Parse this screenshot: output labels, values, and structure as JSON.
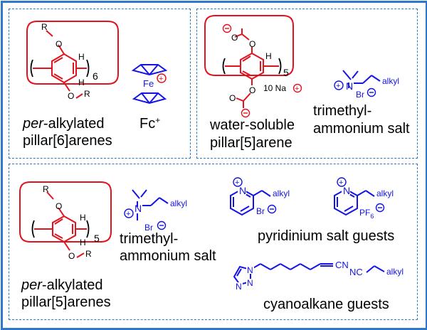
{
  "colors": {
    "frame": "#2f78c9",
    "host": "#e0141e",
    "guest": "#1414e6",
    "text": "#000000"
  },
  "panel_tl": {
    "host_R_top": "R",
    "host_O_top": "O",
    "host_R_bottom": "R",
    "host_O_bottom": "O",
    "host_H1": "H",
    "host_H2": "H",
    "host_n": "6",
    "host_label_line1_italic": "per",
    "host_label_line1_rest": "-alkylated",
    "host_label_line2": "pillar[6]arenes",
    "fc_Fe": "Fe",
    "fc_charge": "+",
    "fc_label": "Fc",
    "fc_label_sup": "+"
  },
  "panel_tr": {
    "host_O_carbox_top": "O",
    "host_O_link_top": "O",
    "host_O_carbox_bottom": "O",
    "host_O_link_bottom": "O",
    "host_H": "H",
    "host_n": "5",
    "host_counterion": "10 Na",
    "host_label_line1": "water-soluble",
    "host_label_line2": "pillar[5]arene",
    "guest_N": "N",
    "guest_alkyl": "alkyl",
    "guest_Br": "Br",
    "guest_label_line1": "trimethyl-",
    "guest_label_line2": "ammonium salt"
  },
  "panel_bottom": {
    "host_R_top": "R",
    "host_O_top": "O",
    "host_R_bottom": "R",
    "host_O_bottom": "O",
    "host_H1": "H",
    "host_H2": "H",
    "host_n": "5",
    "host_label_line1_italic": "per",
    "host_label_line1_rest": "-alkylated",
    "host_label_line2": "pillar[5]arenes",
    "ammonium_N": "N",
    "ammonium_alkyl": "alkyl",
    "ammonium_Br": "Br",
    "ammonium_label_line1": "trimethyl-",
    "ammonium_label_line2": "ammonium salt",
    "pyr1_N": "N",
    "pyr1_alkyl": "alkyl",
    "pyr1_Br": "Br",
    "pyr2_N": "N",
    "pyr2_alkyl": "alkyl",
    "pyr2_PF": "PF",
    "pyr2_PF_sub": "6",
    "pyridinium_label": "pyridinium salt guests",
    "triazole_N1": "N",
    "triazole_N2": "N",
    "triazole_N3": "N",
    "triazole_CN": "CN",
    "nitrile_NC": "NC",
    "nitrile_alkyl": "alkyl",
    "cyanoalkane_label": "cyanoalkane guests"
  }
}
